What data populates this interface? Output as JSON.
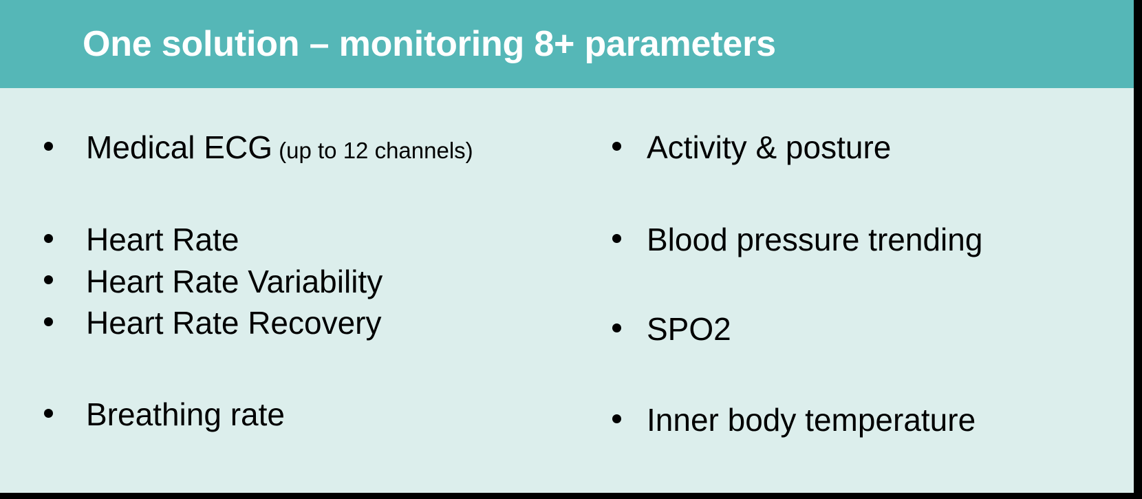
{
  "slide": {
    "title": "One solution – monitoring 8+ parameters",
    "header_color": "#55b7b7",
    "body_color": "#dceeec",
    "title_color": "#ffffff",
    "text_color": "#000000",
    "border_color": "#000000"
  },
  "columns": {
    "left": {
      "groups": [
        {
          "items": [
            {
              "text": "Medical ECG",
              "sub": " (up to 12 channels)"
            }
          ]
        },
        {
          "items": [
            {
              "text": "Heart Rate"
            },
            {
              "text": "Heart Rate Variability"
            },
            {
              "text": "Heart Rate Recovery"
            }
          ]
        },
        {
          "items": [
            {
              "text": "Breathing rate"
            }
          ]
        }
      ]
    },
    "right": {
      "groups": [
        {
          "items": [
            {
              "text": "Activity & posture"
            }
          ]
        },
        {
          "items": [
            {
              "text": "Blood pressure trending"
            }
          ]
        },
        {
          "items": [
            {
              "text": "SPO2"
            }
          ]
        },
        {
          "items": [
            {
              "text": "Inner body temperature"
            }
          ]
        }
      ]
    }
  }
}
